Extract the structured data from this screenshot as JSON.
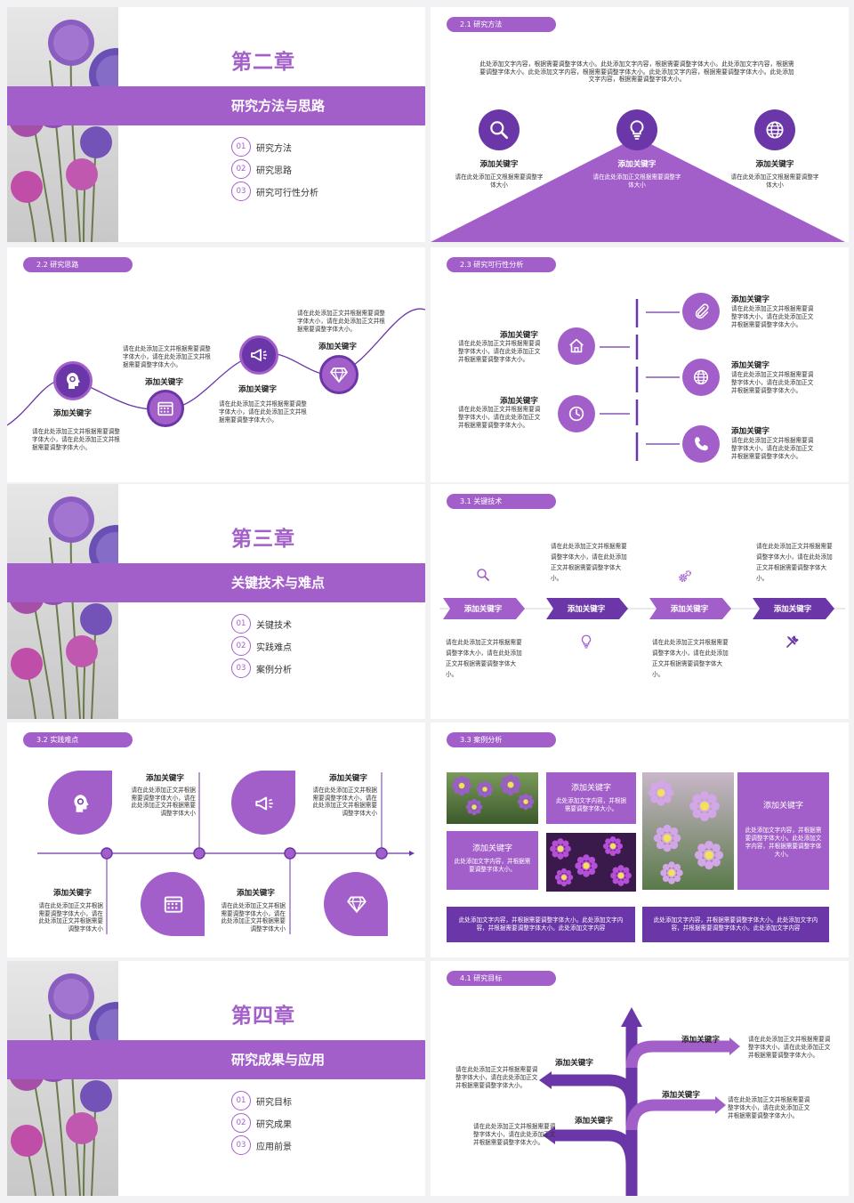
{
  "colors": {
    "primary": "#a35fc9",
    "dark": "#6b36a8"
  },
  "chapter2": {
    "title": "第二章",
    "subtitle": "研究方法与思路",
    "items": [
      {
        "n": "01",
        "t": "研究方法"
      },
      {
        "n": "02",
        "t": "研究思路"
      },
      {
        "n": "03",
        "t": "研究可行性分析"
      }
    ]
  },
  "s21": {
    "pill": "2.1 研究方法",
    "intro": "此处添加文字内容，根据需要调整字体大小。此处添加文字内容，根据需要调整字体大小。此处添加文字内容，根据需要调整字体大小。此处添加文字内容，根据需要调整字体大小。此处添加文字内容，根据需要调整字体大小。此处添加文字内容，根据需要调整字体大小。",
    "items": [
      {
        "kw": "添加关键字",
        "desc": "请在此处添加正文根据需要调整字体大小",
        "icon": "magnifier-icon"
      },
      {
        "kw": "添加关键字",
        "desc": "请在此处添加正文根据需要调整字体大小",
        "icon": "lightbulb-icon"
      },
      {
        "kw": "添加关键字",
        "desc": "请在此处添加正文根据需要调整字体大小",
        "icon": "globe-icon"
      }
    ]
  },
  "s22": {
    "pill": "2.2 研究思路",
    "items": [
      {
        "kw": "添加关键字",
        "desc": "请在此处添加正文并根据需要调整字体大小，请在此处添加正文并根据需要调整字体大小。",
        "icon": "head-gear-icon"
      },
      {
        "kw": "添加关键字",
        "desc": "请在此处添加正文并根据需要调整字体大小，请在此处添加正文并根据需要调整字体大小。",
        "icon": "calendar-icon"
      },
      {
        "kw": "添加关键字",
        "desc": "请在此处添加正文并根据需要调整字体大小，请在此处添加正文并根据需要调整字体大小。",
        "icon": "megaphone-icon"
      },
      {
        "kw": "添加关键字",
        "desc": "请在此处添加正文并根据需要调整字体大小，请在此处添加正文并根据需要调整字体大小。",
        "icon": "diamond-icon"
      }
    ]
  },
  "s23": {
    "pill": "2.3 研究可行性分析",
    "left": [
      {
        "kw": "添加关键字",
        "desc": "请在此处添加正文并根据需要调整字体大小，请在此处添加正文并根据需要调整字体大小。",
        "icon": "home-icon"
      },
      {
        "kw": "添加关键字",
        "desc": "请在此处添加正文并根据需要调整字体大小，请在此处添加正文并根据需要调整字体大小。",
        "icon": "clock-icon"
      }
    ],
    "right": [
      {
        "kw": "添加关键字",
        "desc": "请在此处添加正文并根据需要调整字体大小，请在此处添加正文并根据需要调整字体大小。",
        "icon": "paperclip-icon"
      },
      {
        "kw": "添加关键字",
        "desc": "请在此处添加正文并根据需要调整字体大小，请在此处添加正文并根据需要调整字体大小。",
        "icon": "globe-icon"
      },
      {
        "kw": "添加关键字",
        "desc": "请在此处添加正文并根据需要调整字体大小，请在此处添加正文并根据需要调整字体大小。",
        "icon": "phone-icon"
      }
    ]
  },
  "chapter3": {
    "title": "第三章",
    "subtitle": "关键技术与难点",
    "items": [
      {
        "n": "01",
        "t": "关键技术"
      },
      {
        "n": "02",
        "t": "实践难点"
      },
      {
        "n": "03",
        "t": "案例分析"
      }
    ]
  },
  "s31": {
    "pill": "3.1 关键技术",
    "arrows": [
      "添加关键字",
      "添加关键字",
      "添加关键字",
      "添加关键字"
    ],
    "desc": "请在此处添加正文并根据需要调整字体大小，请在此处添加正文并根据需要调整字体大小。",
    "icons": [
      "magnifier-icon",
      "lightbulb-icon",
      "gears-icon",
      "tools-icon"
    ]
  },
  "s32": {
    "pill": "3.2 实践难点",
    "items": [
      {
        "kw": "添加关键字",
        "desc": "请在此处添加正文并根据需要调整字体大小，请在此处添加正文并根据需要调整字体大小",
        "icon": "head-gear-icon"
      },
      {
        "kw": "添加关键字",
        "desc": "请在此处添加正文并根据需要调整字体大小，请在此处添加正文并根据需要调整字体大小",
        "icon": "calendar-icon"
      },
      {
        "kw": "添加关键字",
        "desc": "请在此处添加正文并根据需要调整字体大小，请在此处添加正文并根据需要调整字体大小",
        "icon": "megaphone-icon"
      },
      {
        "kw": "添加关键字",
        "desc": "请在此处添加正文并根据需要调整字体大小，请在此处添加正文并根据需要调整字体大小",
        "icon": "diamond-icon"
      }
    ]
  },
  "s33": {
    "pill": "3.3 案例分析",
    "box1": {
      "kw": "添加关键字",
      "desc": "此处添加文字内容，并根据需要调整字体大小。"
    },
    "box2": {
      "kw": "添加关键字",
      "desc": "此处添加文字内容，并根据需要调整字体大小。"
    },
    "box3": {
      "kw": "添加关键字",
      "desc": "此处添加文字内容，并根据需要调整字体大小。此处添加文字内容，并根据需要调整字体大小。"
    },
    "bottom": "此处添加文字内容，并根据需要调整字体大小。此处添加文字内容，并根据需要调整字体大小。此处添加文字内容"
  },
  "chapter4": {
    "title": "第四章",
    "subtitle": "研究成果与应用",
    "items": [
      {
        "n": "01",
        "t": "研究目标"
      },
      {
        "n": "02",
        "t": "研究成果"
      },
      {
        "n": "03",
        "t": "应用前景"
      }
    ]
  },
  "s41": {
    "pill": "4.1 研究目标",
    "items": [
      {
        "kw": "添加关键字",
        "desc": "请在此处添加正文并根据需要调整字体大小，请在此处添加正文并根据需要调整字体大小。"
      },
      {
        "kw": "添加关键字",
        "desc": "请在此处添加正文并根据需要调整字体大小，请在此处添加正文并根据需要调整字体大小。"
      },
      {
        "kw": "添加关键字",
        "desc": "请在此处添加正文并根据需要调整字体大小，请在此处添加正文并根据需要调整字体大小。"
      },
      {
        "kw": "添加关键字",
        "desc": "请在此处添加正文并根据需要调整字体大小，请在此处添加正文并根据需要调整字体大小。"
      }
    ]
  }
}
